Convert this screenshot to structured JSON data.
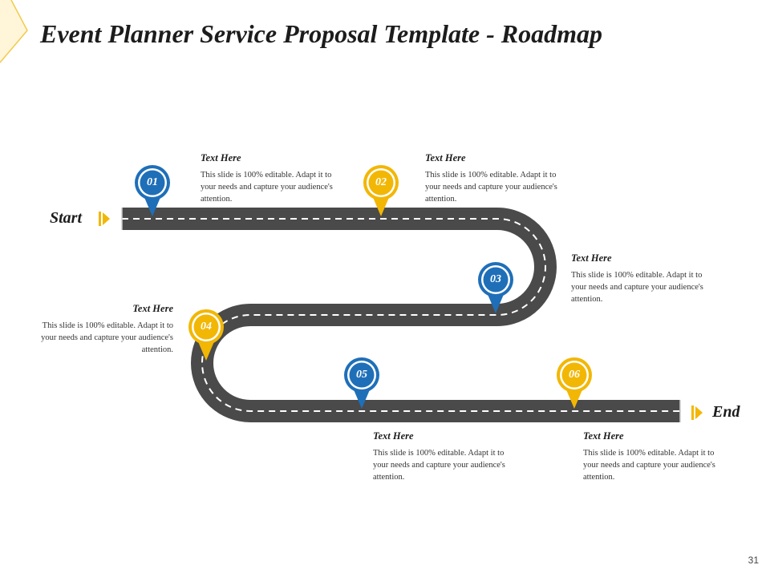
{
  "title": "Event Planner Service Proposal Template - Roadmap",
  "start_label": "Start",
  "end_label": "End",
  "page_number": "31",
  "colors": {
    "road": "#4a4a4a",
    "blue": "#1f6fb8",
    "yellow": "#f2b705",
    "dash": "#ffffff"
  },
  "milestones": [
    {
      "number": "01",
      "color": "blue"
    },
    {
      "number": "02",
      "color": "yellow"
    },
    {
      "number": "03",
      "color": "blue"
    },
    {
      "number": "04",
      "color": "yellow"
    },
    {
      "number": "05",
      "color": "blue"
    },
    {
      "number": "06",
      "color": "yellow"
    }
  ],
  "notes": [
    {
      "heading": "Text Here",
      "body": "This slide is 100% editable. Adapt it to your needs and capture your audience's attention."
    },
    {
      "heading": "Text Here",
      "body": "This slide is 100% editable. Adapt it to your needs and capture your audience's attention."
    },
    {
      "heading": "Text Here",
      "body": "This slide is 100% editable. Adapt it to your needs and capture your audience's attention."
    },
    {
      "heading": "Text Here",
      "body": "This slide is 100% editable. Adapt it to your needs and capture your audience's attention."
    },
    {
      "heading": "Text Here",
      "body": "This slide is 100% editable. Adapt it to your needs and capture your audience's attention."
    },
    {
      "heading": "Text Here",
      "body": "This slide is 100% editable. Adapt it to your needs and capture your audience's attention."
    }
  ]
}
